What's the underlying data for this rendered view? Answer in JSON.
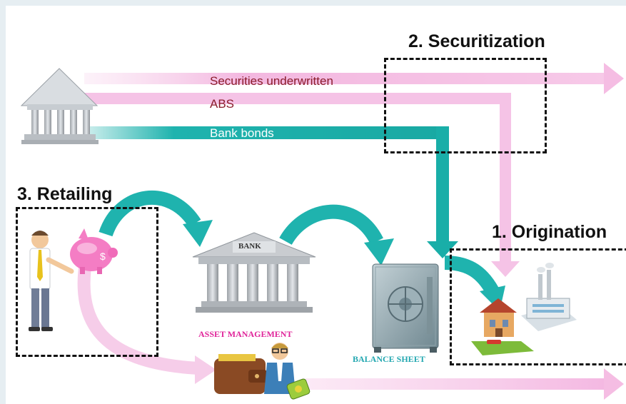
{
  "flows": {
    "securities_underwritten": "Securities underwritten",
    "abs": "ABS",
    "bank_bonds": "Bank bonds"
  },
  "sections": {
    "securitization": "2. Securitization",
    "retailing": "3. Retailing",
    "origination": "1. Origination"
  },
  "captions": {
    "asset_management": "ASSET MANAGEMENT",
    "balance_sheet": "BALANCE SHEET",
    "bank_sign": "BANK"
  },
  "colors": {
    "teal": "#1fb3ae",
    "pink": "#f5c6e6",
    "label_dark": "#8b1d2c",
    "caption_pink": "#e0249a",
    "caption_teal": "#22a7b0"
  },
  "icons": [
    "building-icon",
    "piggy-bank-icon",
    "person-icon",
    "bank-icon",
    "vault-icon",
    "house-icon",
    "factory-icon",
    "wallet-icon",
    "manager-icon",
    "money-icon"
  ]
}
